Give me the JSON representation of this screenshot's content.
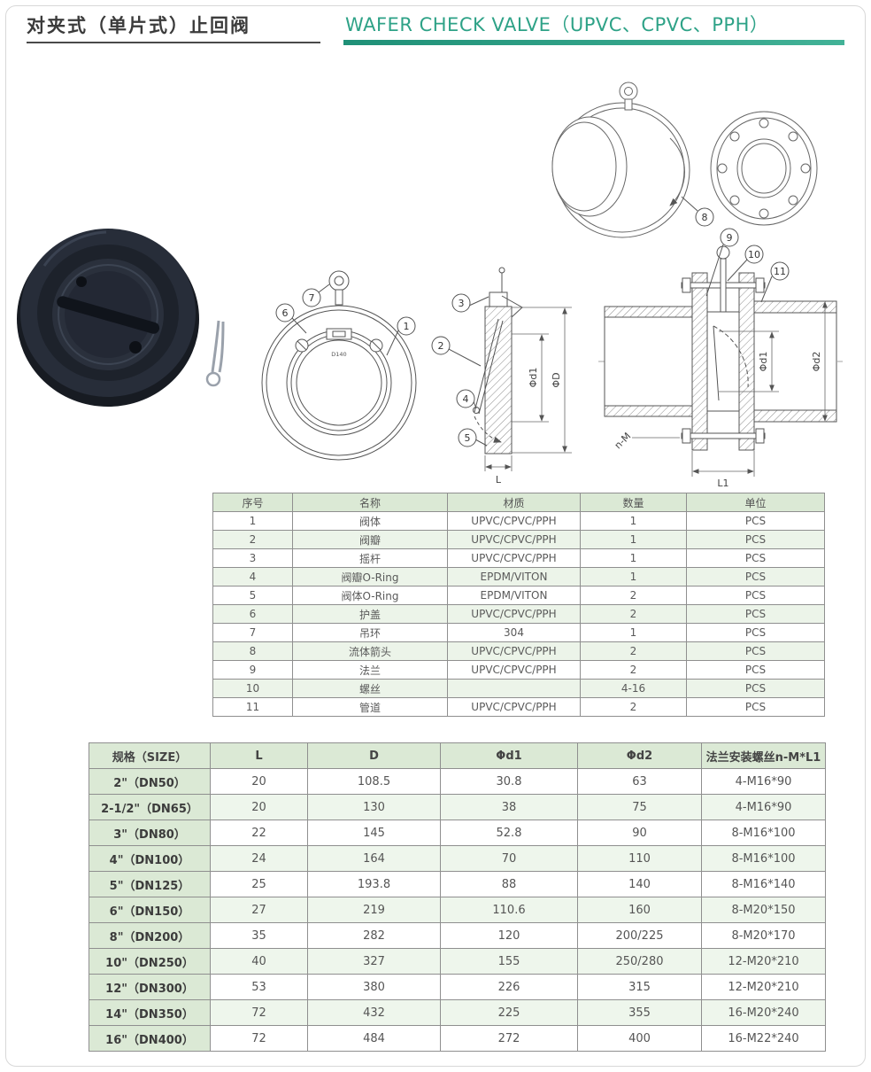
{
  "header": {
    "title_cn": "对夹式（单片式）止回阀",
    "title_en": "WAFER CHECK VALVE（UPVC、CPVC、PPH）"
  },
  "colors": {
    "accent": "#2EA287",
    "table_header_bg": "#DBE9D5",
    "row_alt_bg": "#ECF4E9",
    "table_border": "#8F8F8F"
  },
  "drawings": {
    "model_label": "D140",
    "front_callouts": [
      "1",
      "2",
      "3",
      "4",
      "5",
      "6",
      "7"
    ],
    "assembly_callouts": [
      "8",
      "9",
      "10",
      "11"
    ],
    "dims": {
      "d1": "Φd1",
      "D": "ΦD",
      "L": "L",
      "d2": "Φd2",
      "L1": "L1",
      "n_m": "n-M"
    }
  },
  "parts_table": {
    "headers": [
      "序号",
      "名称",
      "材质",
      "数量",
      "单位"
    ],
    "rows": [
      [
        "1",
        "阀体",
        "UPVC/CPVC/PPH",
        "1",
        "PCS"
      ],
      [
        "2",
        "阀瓣",
        "UPVC/CPVC/PPH",
        "1",
        "PCS"
      ],
      [
        "3",
        "摇杆",
        "UPVC/CPVC/PPH",
        "1",
        "PCS"
      ],
      [
        "4",
        "阀瓣O-Ring",
        "EPDM/VITON",
        "1",
        "PCS"
      ],
      [
        "5",
        "阀体O-Ring",
        "EPDM/VITON",
        "2",
        "PCS"
      ],
      [
        "6",
        "护盖",
        "UPVC/CPVC/PPH",
        "2",
        "PCS"
      ],
      [
        "7",
        "吊环",
        "304",
        "1",
        "PCS"
      ],
      [
        "8",
        "流体箭头",
        "UPVC/CPVC/PPH",
        "2",
        "PCS"
      ],
      [
        "9",
        "法兰",
        "UPVC/CPVC/PPH",
        "2",
        "PCS"
      ],
      [
        "10",
        "螺丝",
        "",
        "4-16",
        "PCS"
      ],
      [
        "11",
        "管道",
        "UPVC/CPVC/PPH",
        "2",
        "PCS"
      ]
    ]
  },
  "size_table": {
    "headers": [
      "规格（SIZE）",
      "L",
      "D",
      "Φd1",
      "Φd2",
      "法兰安装螺丝n-M*L1"
    ],
    "rows": [
      [
        "2\"（DN50）",
        "20",
        "108.5",
        "30.8",
        "63",
        "4-M16*90"
      ],
      [
        "2-1/2\"（DN65）",
        "20",
        "130",
        "38",
        "75",
        "4-M16*90"
      ],
      [
        "3\"（DN80）",
        "22",
        "145",
        "52.8",
        "90",
        "8-M16*100"
      ],
      [
        "4\"（DN100）",
        "24",
        "164",
        "70",
        "110",
        "8-M16*100"
      ],
      [
        "5\"（DN125）",
        "25",
        "193.8",
        "88",
        "140",
        "8-M16*140"
      ],
      [
        "6\"（DN150）",
        "27",
        "219",
        "110.6",
        "160",
        "8-M20*150"
      ],
      [
        "8\"（DN200）",
        "35",
        "282",
        "120",
        "200/225",
        "8-M20*170"
      ],
      [
        "10\"（DN250）",
        "40",
        "327",
        "155",
        "250/280",
        "12-M20*210"
      ],
      [
        "12\"（DN300）",
        "53",
        "380",
        "226",
        "315",
        "12-M20*210"
      ],
      [
        "14\"（DN350）",
        "72",
        "432",
        "225",
        "355",
        "16-M20*240"
      ],
      [
        "16\"（DN400）",
        "72",
        "484",
        "272",
        "400",
        "16-M22*240"
      ]
    ]
  }
}
